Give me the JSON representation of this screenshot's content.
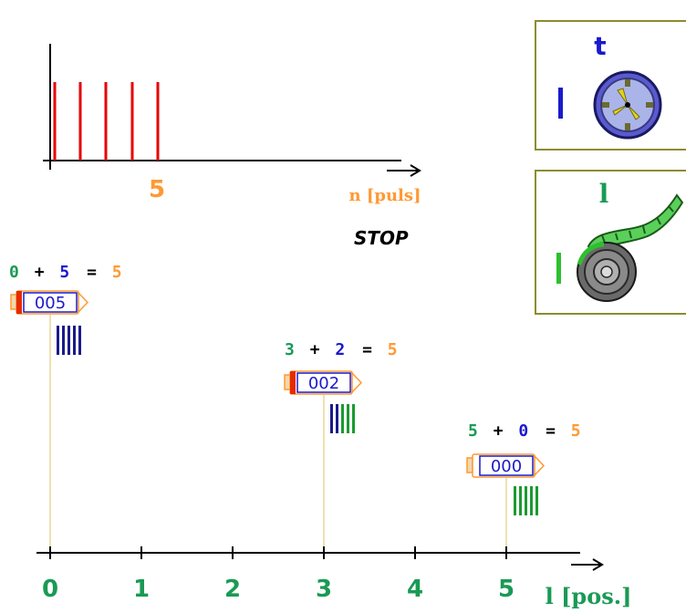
{
  "colors": {
    "pulse": "#e60000",
    "axis": "#000000",
    "orange": "#ff9933",
    "green": "#1a9a55",
    "blue": "#1a1acc",
    "panel_border": "#8c8c30",
    "drop_line": "#e0c060",
    "counter_red": "#e62a00"
  },
  "top_chart": {
    "pulse_count_label": "5",
    "axis_label": "n [puls]",
    "status": "STOP"
  },
  "time_panel": {
    "symbol": "t",
    "icon": "clock-icon"
  },
  "length_panel": {
    "symbol": "l",
    "icon": "tape-measure-icon"
  },
  "counters": [
    {
      "eq_a": "0",
      "eq_plus": "+",
      "eq_b": "5",
      "eq_eq": "=",
      "eq_sum": "5",
      "display": "005"
    },
    {
      "eq_a": "3",
      "eq_plus": "+",
      "eq_b": "2",
      "eq_eq": "=",
      "eq_sum": "5",
      "display": "002"
    },
    {
      "eq_a": "5",
      "eq_plus": "+",
      "eq_b": "0",
      "eq_eq": "=",
      "eq_sum": "5",
      "display": "000"
    }
  ],
  "bottom_axis": {
    "ticks": [
      "0",
      "1",
      "2",
      "3",
      "4",
      "5"
    ],
    "label": "l [pos.]"
  }
}
